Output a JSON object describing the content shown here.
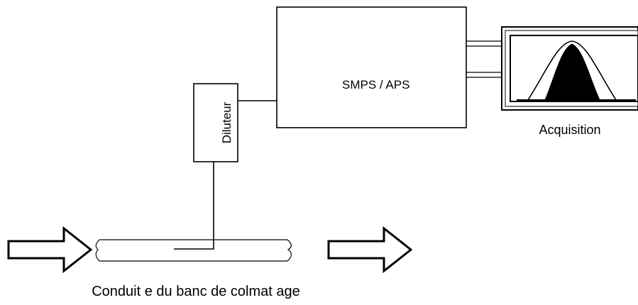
{
  "diagram": {
    "instrument_label": "SMPS / APS",
    "diluter_label": "Diluteur",
    "acquisition_label": "Acquisition",
    "pipe_label": "Conduit e du banc de colmat age"
  }
}
